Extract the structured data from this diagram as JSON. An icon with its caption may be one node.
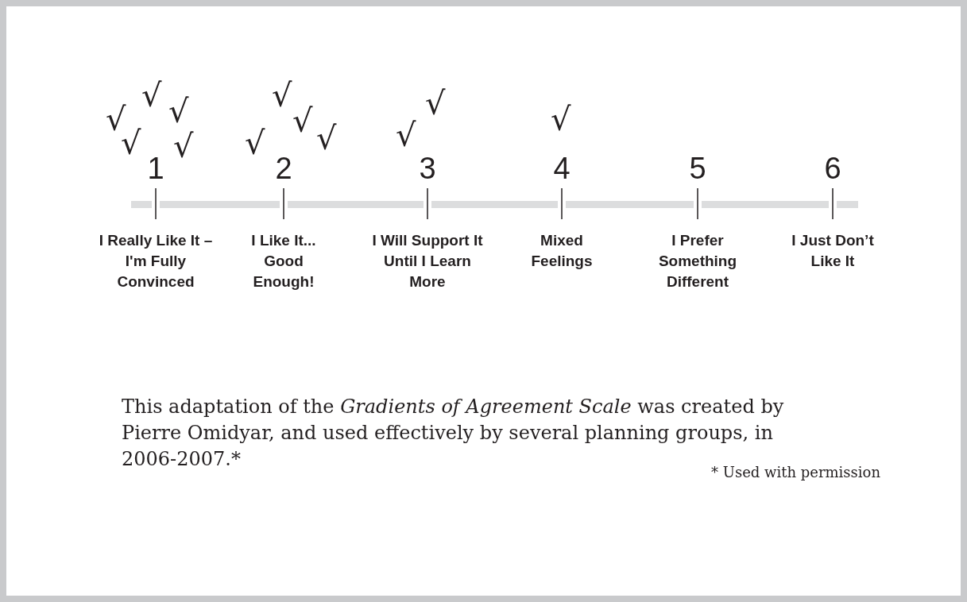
{
  "diagram": {
    "labels": [
      "√",
      "√",
      "√",
      "√",
      "√",
      "√",
      "√",
      "√",
      "√",
      "√",
      "√",
      "√",
      "1",
      "2",
      "3",
      "4",
      "5",
      "6",
      "I Really Like It – I'm Fully Convinced",
      "I Like It... Good Enough!",
      "I Will Support It Until I Learn More",
      "Mixed Feelings",
      "I Prefer Something Different",
      "I Just Don’t Like It",
      "This adaptation of the *Gradients of Agreement Scale* was created by Pierre Omidyar, and used effectively by several planning groups, in 2006-2007.*",
      "* Used with permission"
    ]
  }
}
